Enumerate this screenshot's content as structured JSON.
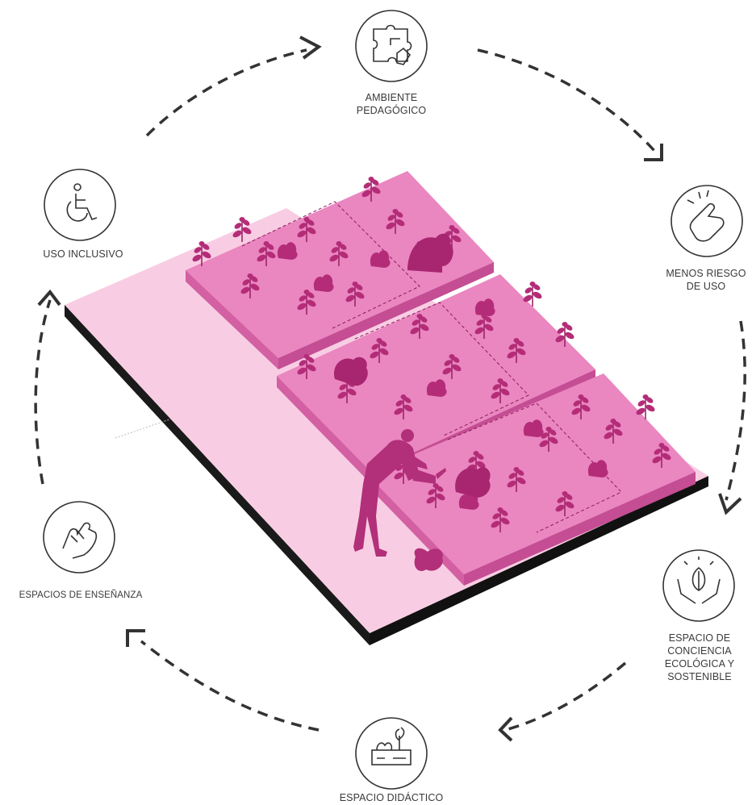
{
  "nodes": [
    {
      "id": "ambiente",
      "icon": "puzzle-hand-icon",
      "lines": [
        "AMBIENTE",
        "PEDAGÓGICO"
      ]
    },
    {
      "id": "riesgo",
      "icon": "finger-tap-icon",
      "lines": [
        "MENOS RIESGO",
        "DE USO"
      ]
    },
    {
      "id": "ecologica",
      "icon": "hands-leaf-icon",
      "lines": [
        "ESPACIO DE",
        "CONCIENCIA",
        "ECOLÓGICA Y",
        "SOSTENIBLE"
      ]
    },
    {
      "id": "didactico",
      "icon": "planter-box-icon",
      "lines": [
        "ESPACIO DIDÁCTICO"
      ]
    },
    {
      "id": "ensenanza",
      "icon": "holding-hands-icon",
      "lines": [
        "ESPACIOS DE ENSEÑANZA"
      ]
    },
    {
      "id": "inclusivo",
      "icon": "wheelchair-icon",
      "lines": [
        "USO INCLUSIVO"
      ]
    }
  ],
  "colors": {
    "ground": "#f8cde3",
    "ground_edge": "#111111",
    "bed_top": "#e97fbd",
    "bed_side": "#d65ea4",
    "plant": "#b42c78",
    "figure": "#b22f7a",
    "stroke": "#333333"
  }
}
